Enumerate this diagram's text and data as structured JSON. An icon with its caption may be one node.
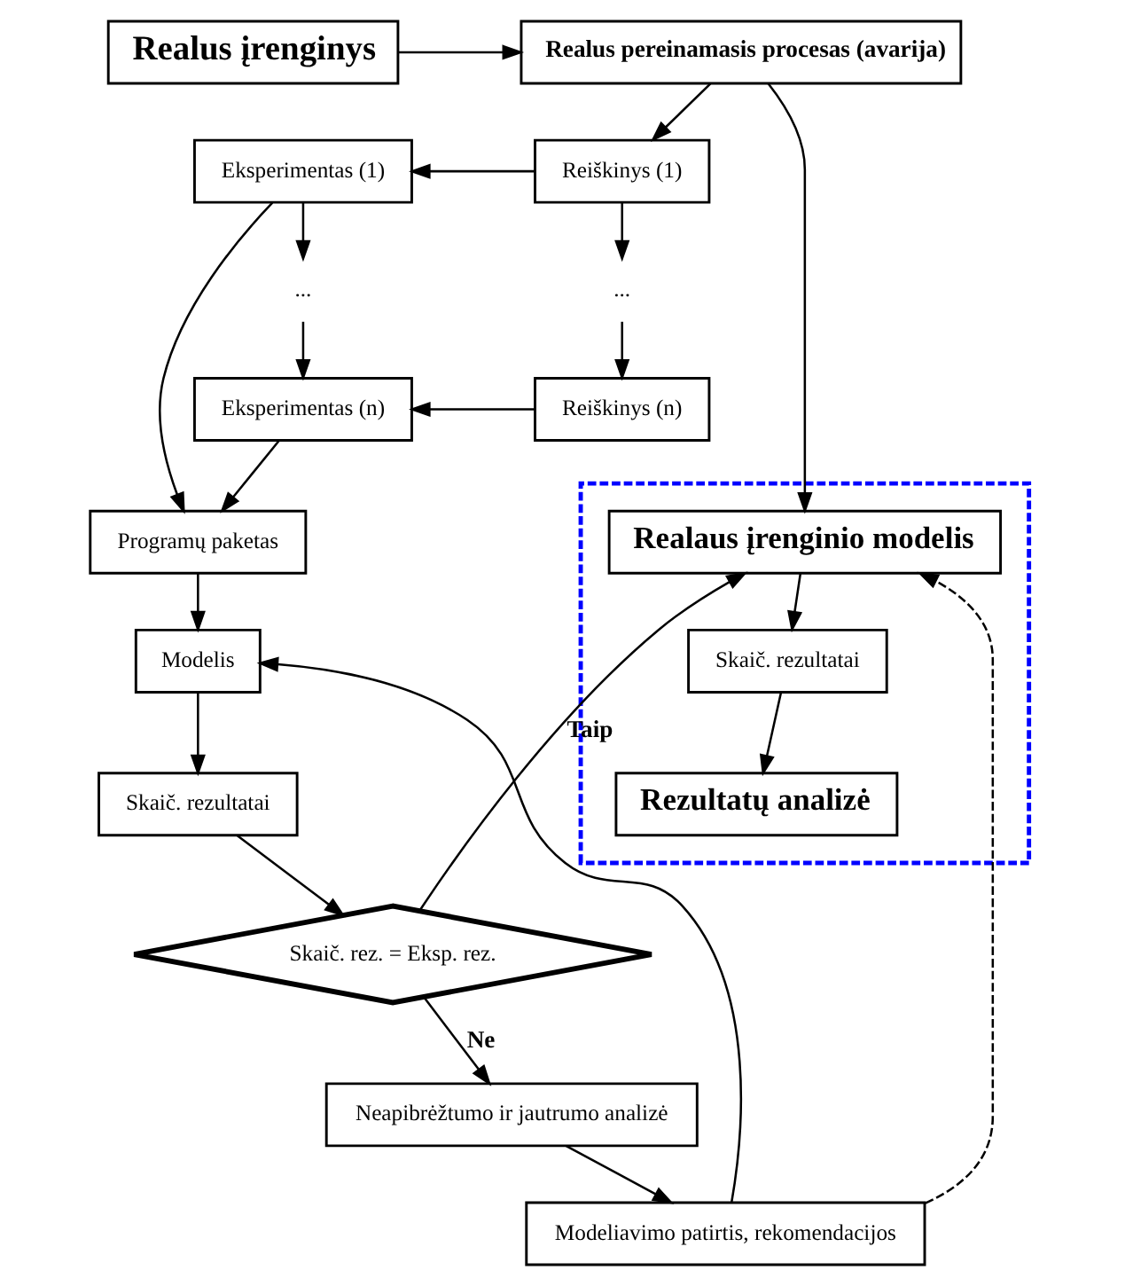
{
  "diagram": {
    "nodes": [
      {
        "text": [
          "Realus įrenginys"
        ]
      },
      {
        "text": [
          "Realus pereinamasis procesas (avarija)"
        ]
      },
      {
        "text": [
          "Reiškinys (1)"
        ]
      },
      {
        "text": [
          "Eksperimentas (1)"
        ]
      },
      {
        "text": [
          "..."
        ]
      },
      {
        "text": [
          "..."
        ]
      },
      {
        "text": [
          "Reiškinys (n)"
        ]
      },
      {
        "text": [
          "Eksperimentas (n)"
        ]
      },
      {
        "text": [
          "Programų paketas"
        ]
      },
      {
        "text": [
          "Modelis"
        ]
      },
      {
        "text": [
          "Skaič. rezultatai"
        ]
      },
      {
        "text": [
          "Skaič. rez. = Eksp. rez."
        ]
      },
      {
        "text": [
          "Neapibrėžtumo ir jautrumo analizė"
        ]
      },
      {
        "text": [
          "Modeliavimo patirtis, rekomendacijos"
        ]
      },
      {
        "text": [],
        "shape": "box"
      },
      {
        "text": [
          "Realaus įrenginio modelis"
        ],
        "in": 14
      },
      {
        "text": [
          "Skaič. rezultatai"
        ],
        "in": 14
      },
      {
        "text": [
          "Rezultatų analizė"
        ],
        "in": 14
      }
    ],
    "edges": [
      {
        "from": 0,
        "to": 1,
        "arrow": "to"
      },
      {
        "from": 1,
        "to": 2,
        "arrow": "to"
      },
      {
        "from": 2,
        "to": 3,
        "arrow": "to"
      },
      {
        "from": 3,
        "to": 4,
        "arrow": "to"
      },
      {
        "from": 4,
        "to": 7,
        "arrow": "to"
      },
      {
        "from": 2,
        "to": 5,
        "arrow": "to"
      },
      {
        "from": 5,
        "to": 6,
        "arrow": "to"
      },
      {
        "from": 6,
        "to": 7,
        "arrow": "to"
      },
      {
        "from": 3,
        "to": 8,
        "arrow": "to"
      },
      {
        "from": 7,
        "to": 8,
        "arrow": "to"
      },
      {
        "from": 1,
        "to": 15,
        "arrow": "to"
      },
      {
        "from": 8,
        "to": 9,
        "arrow": "to"
      },
      {
        "from": 9,
        "to": 10,
        "arrow": "to"
      },
      {
        "from": 10,
        "to": 11,
        "arrow": "to"
      },
      {
        "from": 11,
        "to": 12,
        "label": "Ne",
        "arrow": "to"
      },
      {
        "from": 11,
        "to": 15,
        "label": "Taip",
        "arrow": "to"
      },
      {
        "from": 12,
        "to": 13,
        "arrow": "to"
      },
      {
        "from": 13,
        "to": 9,
        "arrow": "to"
      },
      {
        "from": 13,
        "to": 15,
        "arrow": "to",
        "style": "dashed"
      },
      {
        "from": 15,
        "to": 16,
        "arrow": "to"
      },
      {
        "from": 16,
        "to": 17,
        "arrow": "to"
      }
    ]
  }
}
